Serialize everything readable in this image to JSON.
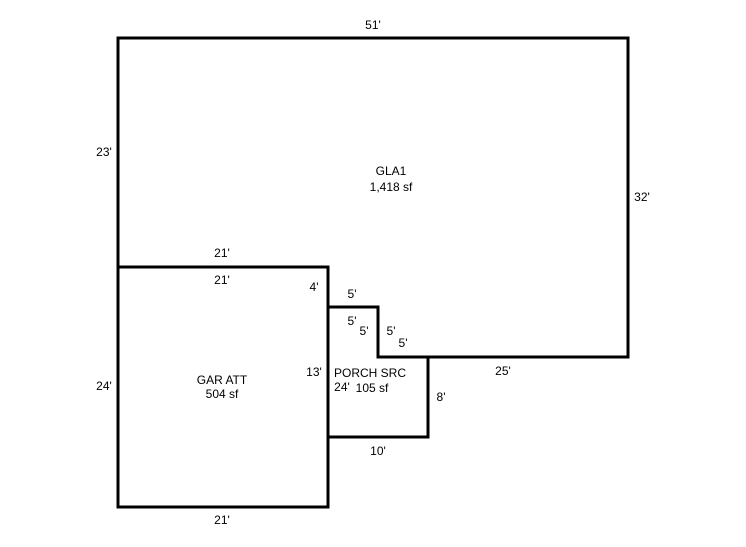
{
  "areas": [
    {
      "name": "GLA1",
      "area": "1,418 sf"
    },
    {
      "name": "GAR ATT",
      "area": "504 sf"
    },
    {
      "name": "PORCH SRC",
      "area": "105 sf"
    }
  ],
  "dimensions": {
    "gla_top": "51'",
    "gla_left": "23'",
    "gla_right": "32'",
    "gla_bottom_right": "25'",
    "gla_notch_top": "5'",
    "gla_notch_side_left": "5'",
    "gla_notch_bottom": "5'",
    "gla_notch_side_right": "5'",
    "gla_garage_top": "21'",
    "gla_garage_side": "4'",
    "gar_top": "21'",
    "gar_left": "24'",
    "gar_bottom": "21'",
    "gar_right": "24'",
    "porch_left": "13'",
    "porch_top_left": "5'",
    "porch_top_right": "5'",
    "porch_right": "8'",
    "porch_bottom": "10'"
  },
  "colors": {
    "line": "#000000",
    "text": "#000000",
    "background": "#ffffff"
  }
}
